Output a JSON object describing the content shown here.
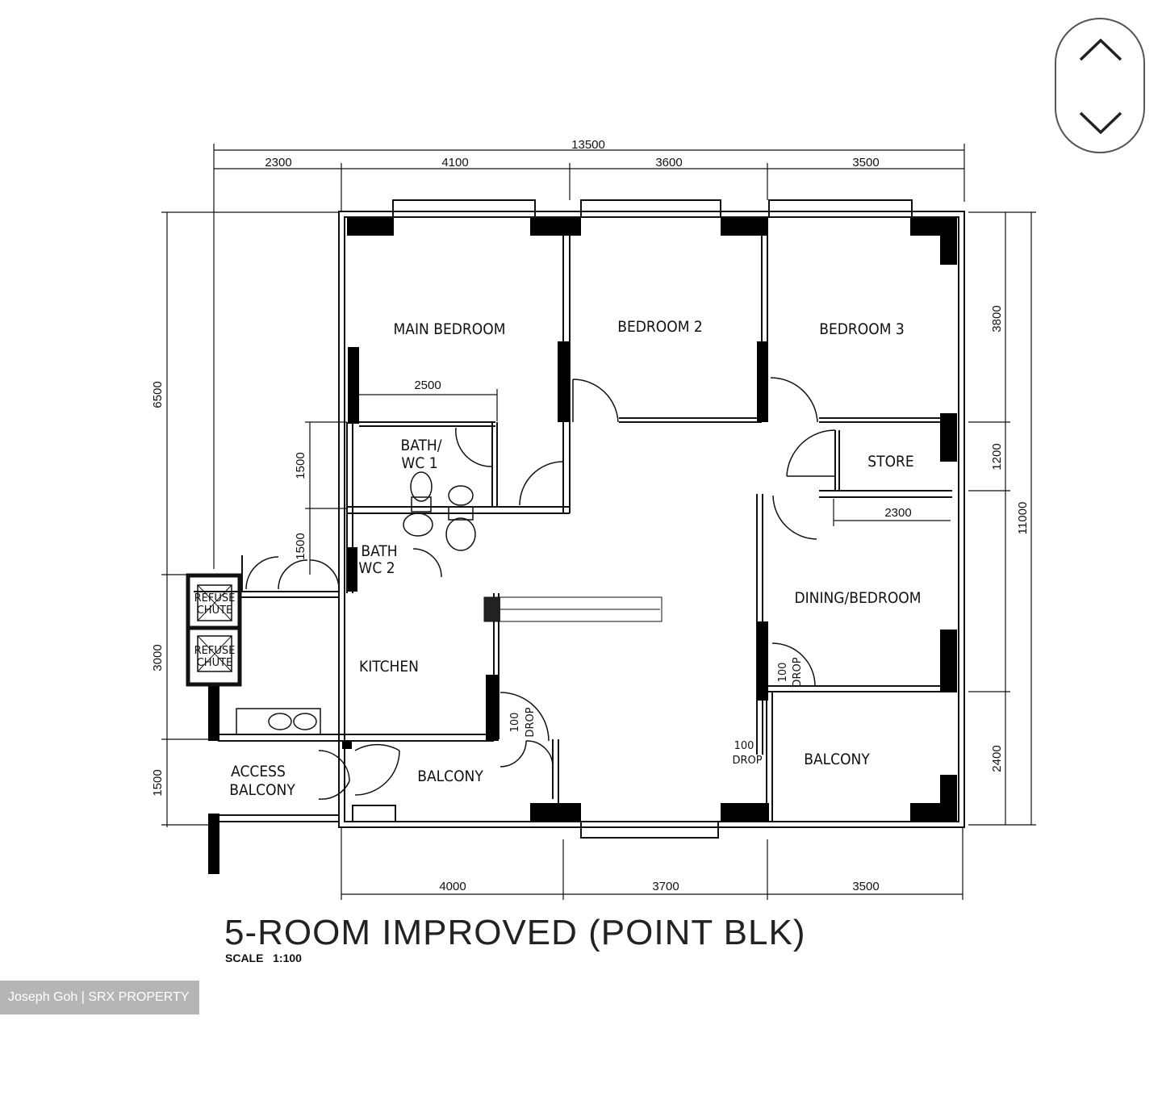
{
  "plan": {
    "title": "5-ROOM IMPROVED (POINT BLK)",
    "scale": "SCALE   1:100",
    "rooms": {
      "main_bedroom": "MAIN BEDROOM",
      "bedroom2": "BEDROOM 2",
      "bedroom3": "BEDROOM 3",
      "bath1_line1": "BATH/",
      "bath1_line2": "WC 1",
      "bath2_line1": "BATH",
      "bath2_line2": "WC 2",
      "store": "STORE",
      "dining": "DINING/BEDROOM",
      "kitchen": "KITCHEN",
      "access_balcony_line1": "ACCESS",
      "access_balcony_line2": "BALCONY",
      "balcony_left": "BALCONY",
      "balcony_right": "BALCONY",
      "refuse_chute1_line1": "REFUSE",
      "refuse_chute1_line2": "CHUTE",
      "refuse_chute2_line1": "REFUSE",
      "refuse_chute2_line2": "CHUTE",
      "drop_left_num": "100",
      "drop_left_word": "DROP",
      "drop_right_num": "100",
      "drop_right_word": "DROP",
      "drop_dining_num": "100",
      "drop_dining_word": "DROP"
    },
    "dims": {
      "top_total": "13500",
      "top1": "2300",
      "top2": "4100",
      "top3": "3600",
      "top4": "3500",
      "bottom1": "4000",
      "bottom2": "3700",
      "bottom3": "3500",
      "left_6500": "6500",
      "left_1500a": "1500",
      "left_1500b": "1500",
      "left_3000": "3000",
      "left_1500c": "1500",
      "right_3800": "3800",
      "right_1200": "1200",
      "right_2400": "2400",
      "right_total": "11000",
      "inner_2500": "2500",
      "inner_2300": "2300"
    }
  },
  "navigation": {
    "up_icon": "chevron-up-icon",
    "down_icon": "chevron-down-icon"
  },
  "watermark": "Joseph Goh | SRX PROPERTY"
}
